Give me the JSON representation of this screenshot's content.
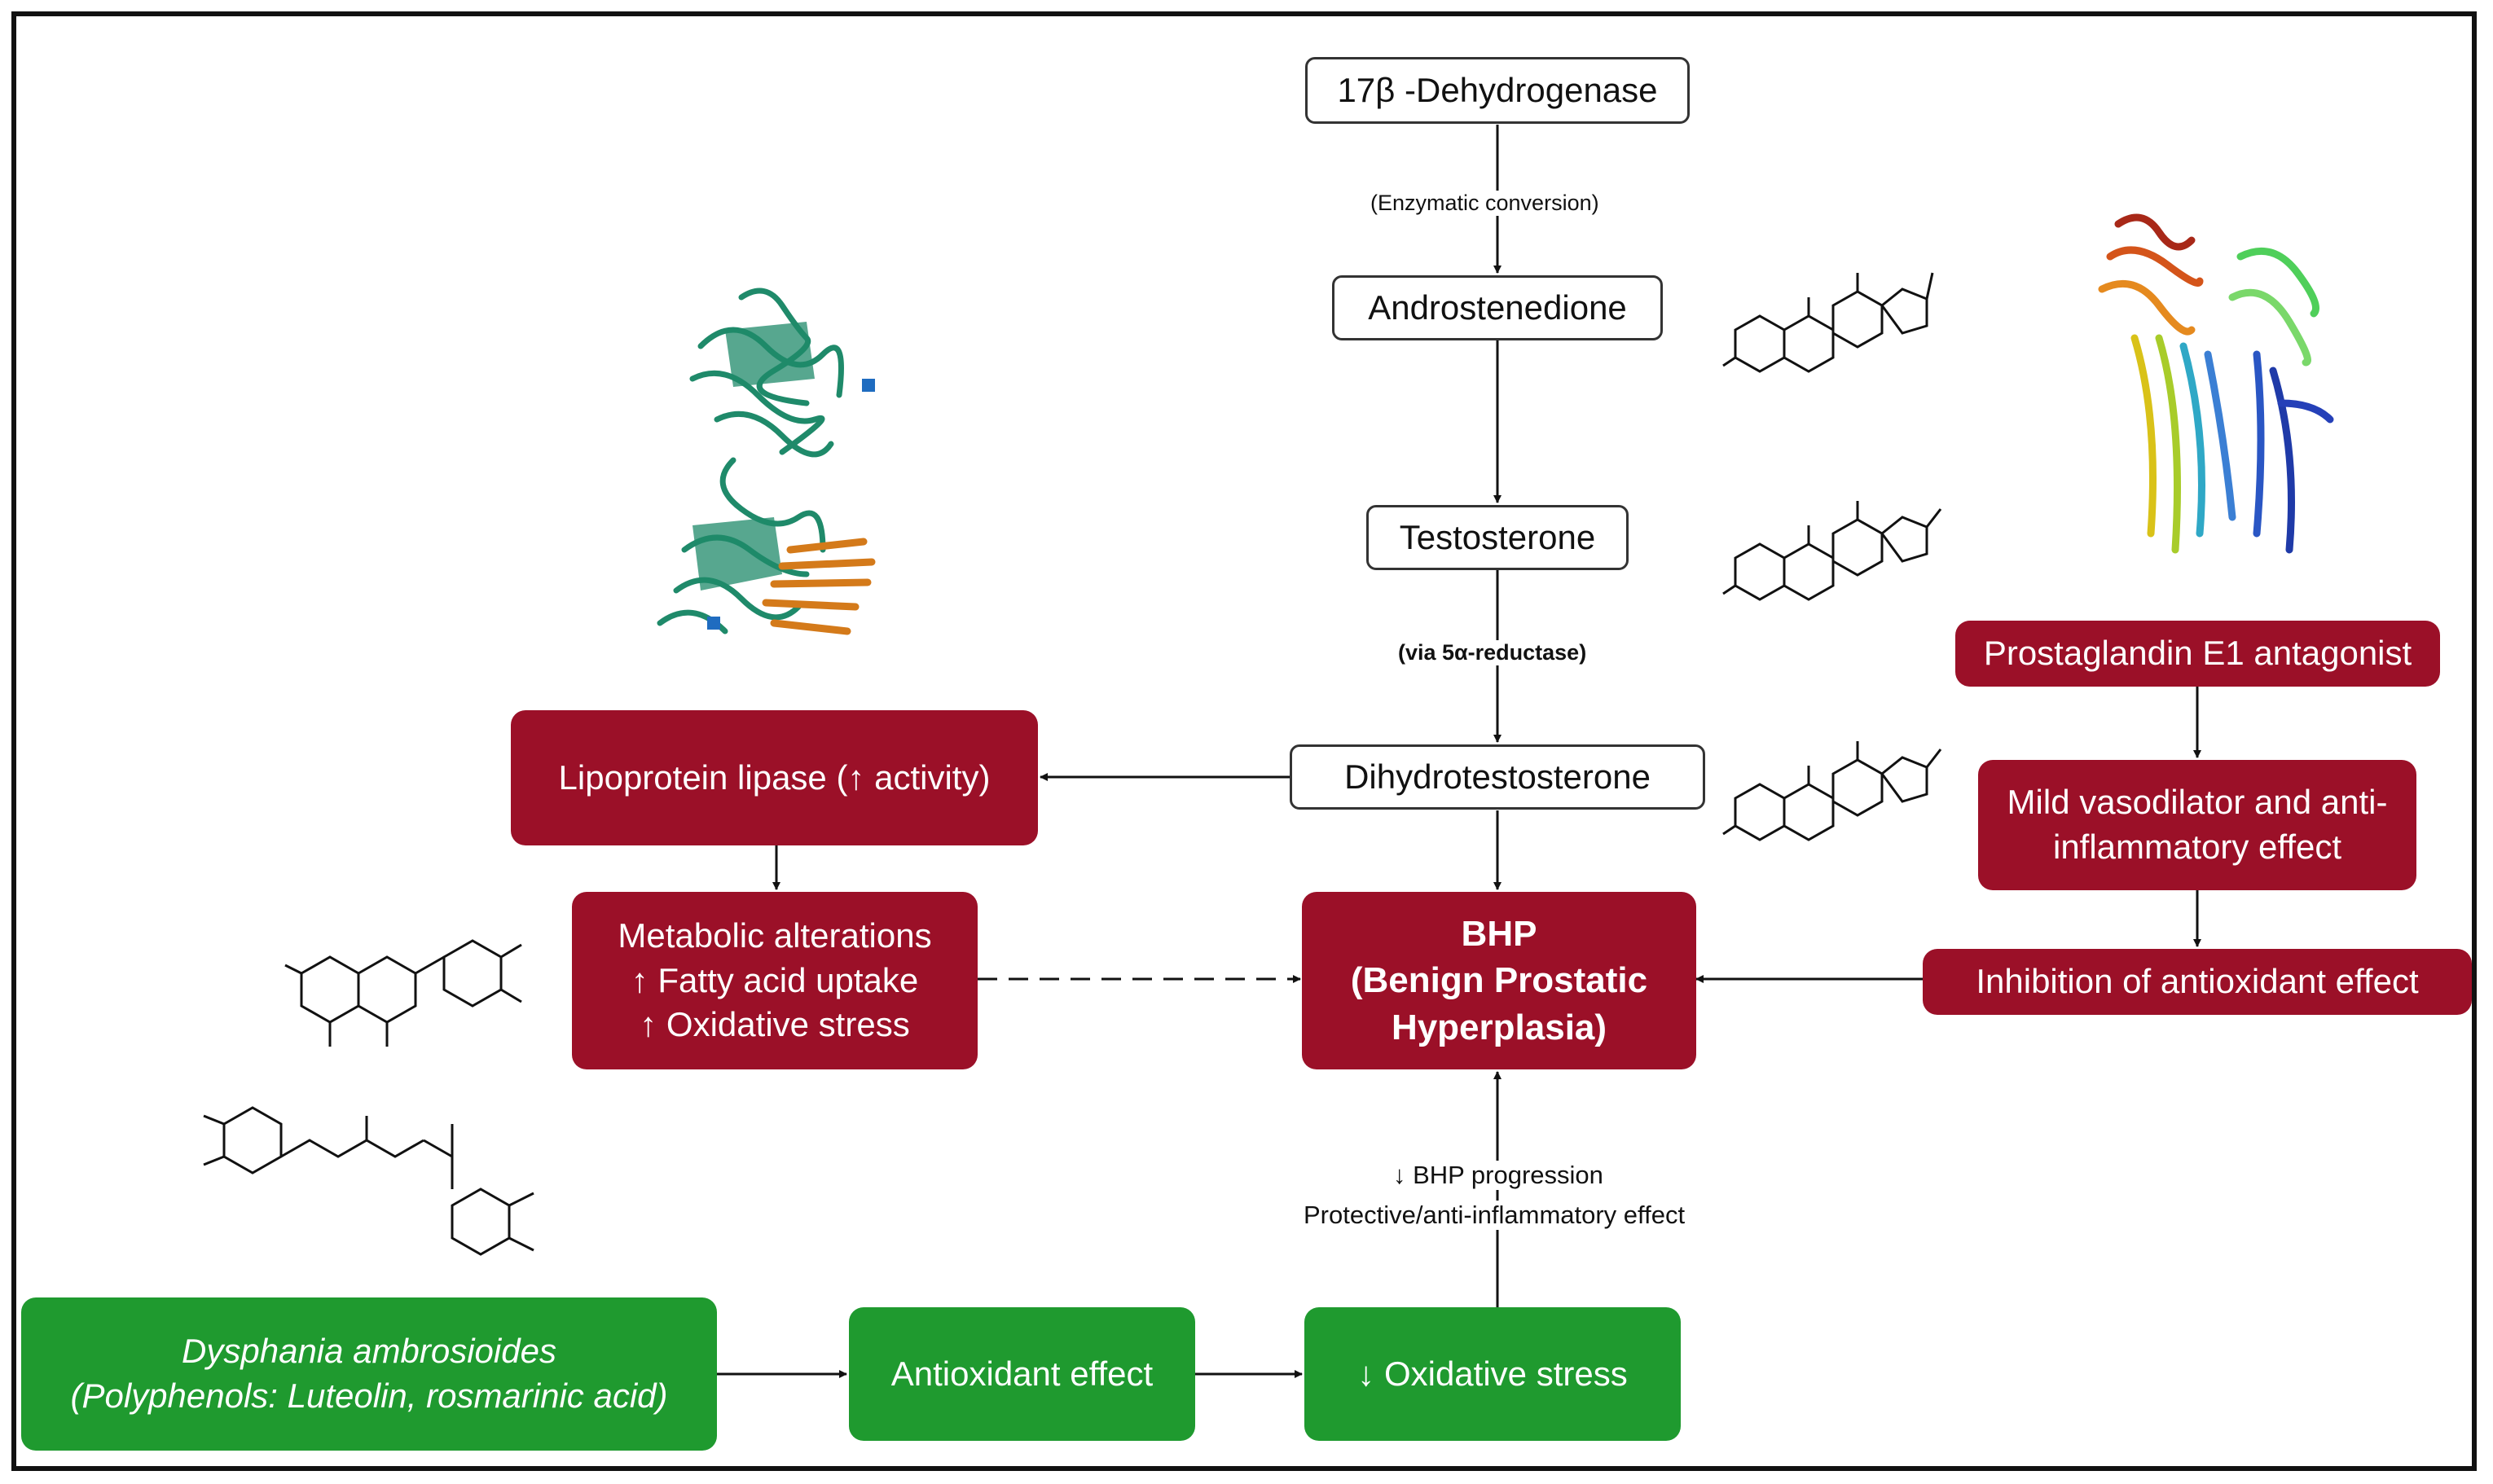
{
  "nodes": {
    "dehydrogenase": "17β -Dehydrogenase",
    "androstenedione": "Androstenedione",
    "testosterone": "Testosterone",
    "dht": "Dihydrotestosterone",
    "lipoprotein": "Lipoprotein lipase (↑ activity)",
    "metabolic": [
      "Metabolic alterations",
      "↑ Fatty acid uptake",
      "↑ Oxidative stress"
    ],
    "bhp": [
      "BHP",
      "(Benign Prostatic",
      "Hyperplasia)"
    ],
    "prostaglandin": "Prostaglandin E1 antagonist",
    "vasodilator": [
      "Mild vasodilator and anti-",
      "inflammatory effect"
    ],
    "inhibition": "Inhibition of antioxidant effect",
    "dysphania": [
      "Dysphania ambrosioides",
      "(Polyphenols: Luteolin, rosmarinic acid)"
    ],
    "antioxidant": "Antioxidant effect",
    "oxidative": "↓ Oxidative stress"
  },
  "edge_labels": {
    "enzymatic": "(Enzymatic conversion)",
    "via_reductase": "(via 5α-reductase)",
    "progression": "↓ BHP progression",
    "protective": "Protective/anti-inflammatory effect"
  },
  "colors": {
    "red": "#9b1028",
    "green": "#1f9a2f",
    "protein_left": "#1f8a6a",
    "protein_left_accent": "#d47a1a"
  },
  "icons": {
    "left_protein": "protein-ribbon-structure",
    "right_protein": "multicolor-protein-structure",
    "steroids": "steroid-skeleton",
    "luteolin": "flavone-structure",
    "rosmarinic": "rosmarinic-acid-structure"
  }
}
